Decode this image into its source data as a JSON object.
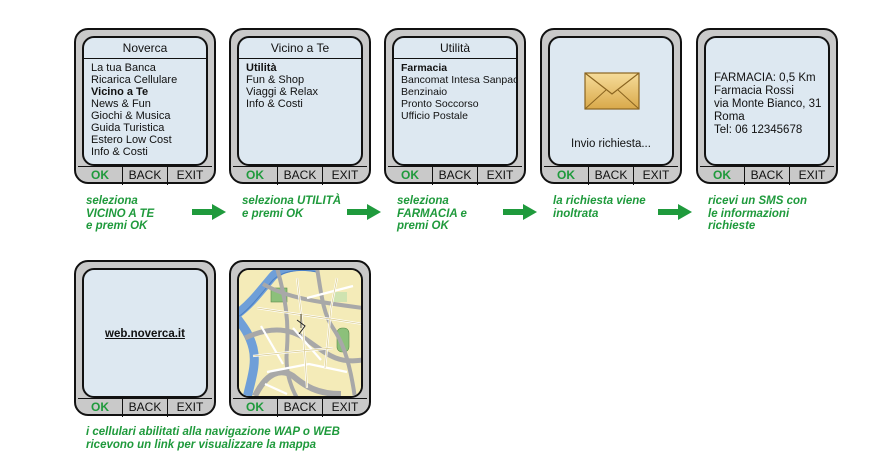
{
  "keys": {
    "ok": "OK",
    "back": "BACK",
    "exit": "EXIT"
  },
  "phone1": {
    "title": "Noverca",
    "items": [
      "La tua Banca",
      "Ricarica Cellulare",
      "Vicino a Te",
      "News & Fun",
      "Giochi & Musica",
      "Guida Turistica",
      "Estero Low Cost",
      "Info & Costi"
    ]
  },
  "phone2": {
    "title": "Vicino a Te",
    "items": [
      "Utilità",
      "Fun & Shop",
      "Viaggi & Relax",
      "Info & Costi"
    ]
  },
  "phone3": {
    "title": "Utilità",
    "items": [
      "Farmacia",
      "Bancomat Intesa Sanpaolo",
      "Benzinaio",
      "Pronto Soccorso",
      "Ufficio Postale"
    ]
  },
  "phone4": {
    "status": "Invio richiesta..."
  },
  "phone5": {
    "lines": [
      "FARMACIA: 0,5 Km",
      "Farmacia Rossi",
      "via Monte Bianco, 31",
      "Roma",
      "Tel: 06 12345678"
    ]
  },
  "phone6": {
    "link": "web.noverca.it"
  },
  "captions": {
    "c1": [
      "seleziona",
      "VICINO A TE",
      "e premi OK"
    ],
    "c2": [
      "seleziona UTILITÀ",
      "e premi OK"
    ],
    "c3": [
      "seleziona",
      "FARMACIA e",
      "premi OK"
    ],
    "c4": [
      "la richiesta viene",
      "inoltrata"
    ],
    "c5": [
      "ricevi un SMS con",
      "le informazioni",
      "richieste"
    ],
    "c6": [
      "i cellulari abilitati alla navigazione WAP o WEB",
      "ricevono un link per visualizzare la mappa"
    ]
  },
  "colors": {
    "accent": "#1f9a3c",
    "screen": "#dde8f1",
    "keypad": "#c9c9c9"
  }
}
